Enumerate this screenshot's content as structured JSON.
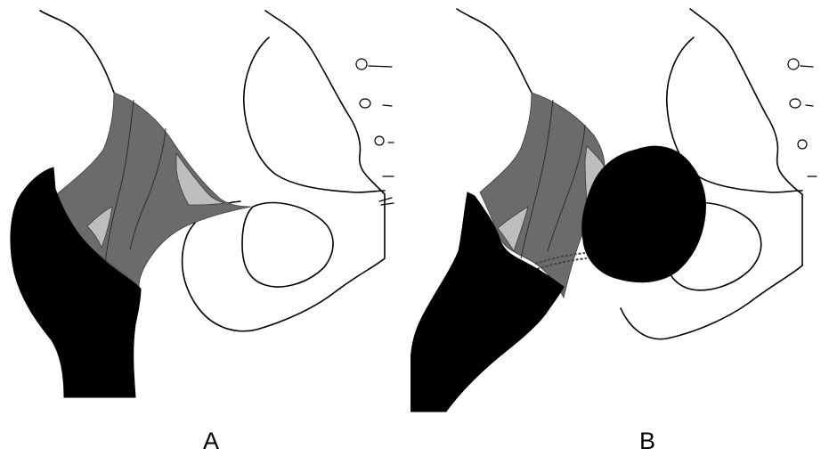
{
  "panels": [
    {
      "id": "A",
      "label": "A"
    },
    {
      "id": "B",
      "label": "B"
    }
  ],
  "colors": {
    "bone": "#000000",
    "ligament_dark": "#6b6b6b",
    "ligament_light": "#bdbdbd",
    "outline": "#000000",
    "background": "#ffffff"
  }
}
